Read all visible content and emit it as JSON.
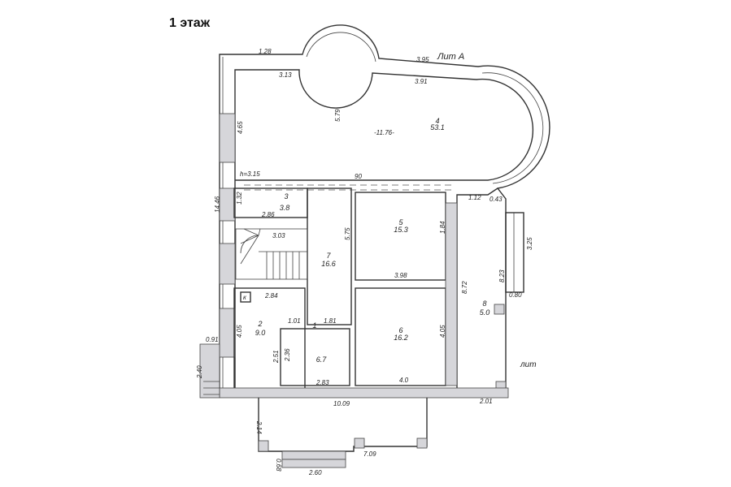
{
  "title": "1 этаж",
  "lit_label": "Лит А",
  "lit_label_2": "лит",
  "rooms": [
    {
      "number": "1",
      "area": "6.7"
    },
    {
      "number": "2",
      "area": "9.0"
    },
    {
      "number": "3",
      "area": "3.8"
    },
    {
      "number": "4",
      "area": "53.1"
    },
    {
      "number": "5",
      "area": "15.3"
    },
    {
      "number": "6",
      "area": "16.2"
    },
    {
      "number": "7",
      "area": "16.6"
    },
    {
      "number": "8",
      "area": "5.0"
    }
  ],
  "dimensions": {
    "d128": "1.28",
    "d313": "3.13",
    "d395": "3.95",
    "d391": "3.91",
    "d465": "4.65",
    "d579": "5.79",
    "d1176": "-11.76-",
    "d315": "h=3.15",
    "d90": "90",
    "d112": "1.12",
    "d043": "0.43",
    "d1446": "14.46",
    "d132": "1.32",
    "d286": "2.86",
    "d303": "3.03",
    "d575": "5.75",
    "d184": "1.84",
    "d325": "3.25",
    "d398": "3.98",
    "d823": "8.23",
    "d872": "8.72",
    "d080": "0.80",
    "d284": "2.84",
    "d101": "1.01",
    "d181": "1.81",
    "d405a": "4.05",
    "d405b": "4.05",
    "d091": "0.91",
    "d251": "2.51",
    "d236": "2.36",
    "d240": "2.40",
    "d283": "2.83",
    "d40": "4.0",
    "d1009": "10.09",
    "d201": "2.01",
    "d214": "2.14",
    "d709": "7.09",
    "d068": "0.68",
    "d260": "2.60",
    "k": "к"
  }
}
